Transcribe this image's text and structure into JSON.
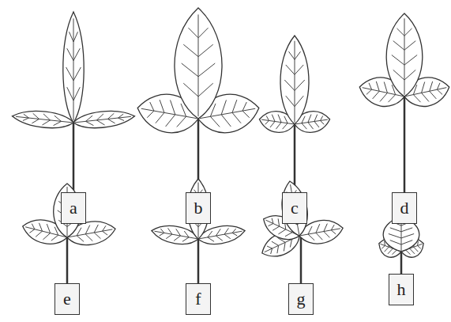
{
  "diagram": {
    "nodes": [
      {
        "text": [
          "a"
        ]
      },
      {
        "text": [
          "b"
        ]
      },
      {
        "text": [
          "c"
        ]
      },
      {
        "text": [
          "d"
        ]
      },
      {
        "text": [
          "e"
        ]
      },
      {
        "text": [
          "f"
        ]
      },
      {
        "text": [
          "g"
        ]
      },
      {
        "text": [
          "h"
        ]
      }
    ]
  }
}
